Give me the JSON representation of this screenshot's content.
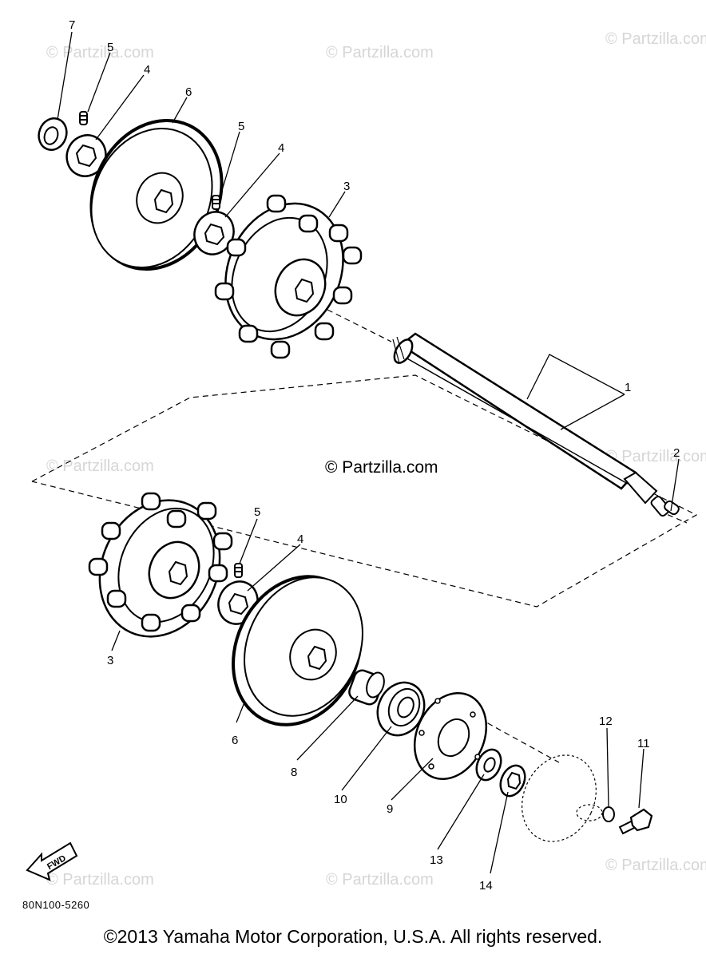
{
  "watermark": "© Partzilla.com",
  "center_watermark": "© Partzilla.com",
  "part_code": "80N100-5260",
  "copyright": "©2013 Yamaha Motor Corporation, U.S.A. All rights reserved.",
  "fwd_label": "FWD",
  "callouts": {
    "c7": "7",
    "c5a": "5",
    "c4a": "4",
    "c6a": "6",
    "c5b": "5",
    "c4b": "4",
    "c3a": "3",
    "c1": "1",
    "c2": "2",
    "c5c": "5",
    "c4c": "4",
    "c3b": "3",
    "c6b": "6",
    "c8": "8",
    "c10": "10",
    "c9": "9",
    "c13": "13",
    "c14": "14",
    "c12": "12",
    "c11": "11"
  }
}
